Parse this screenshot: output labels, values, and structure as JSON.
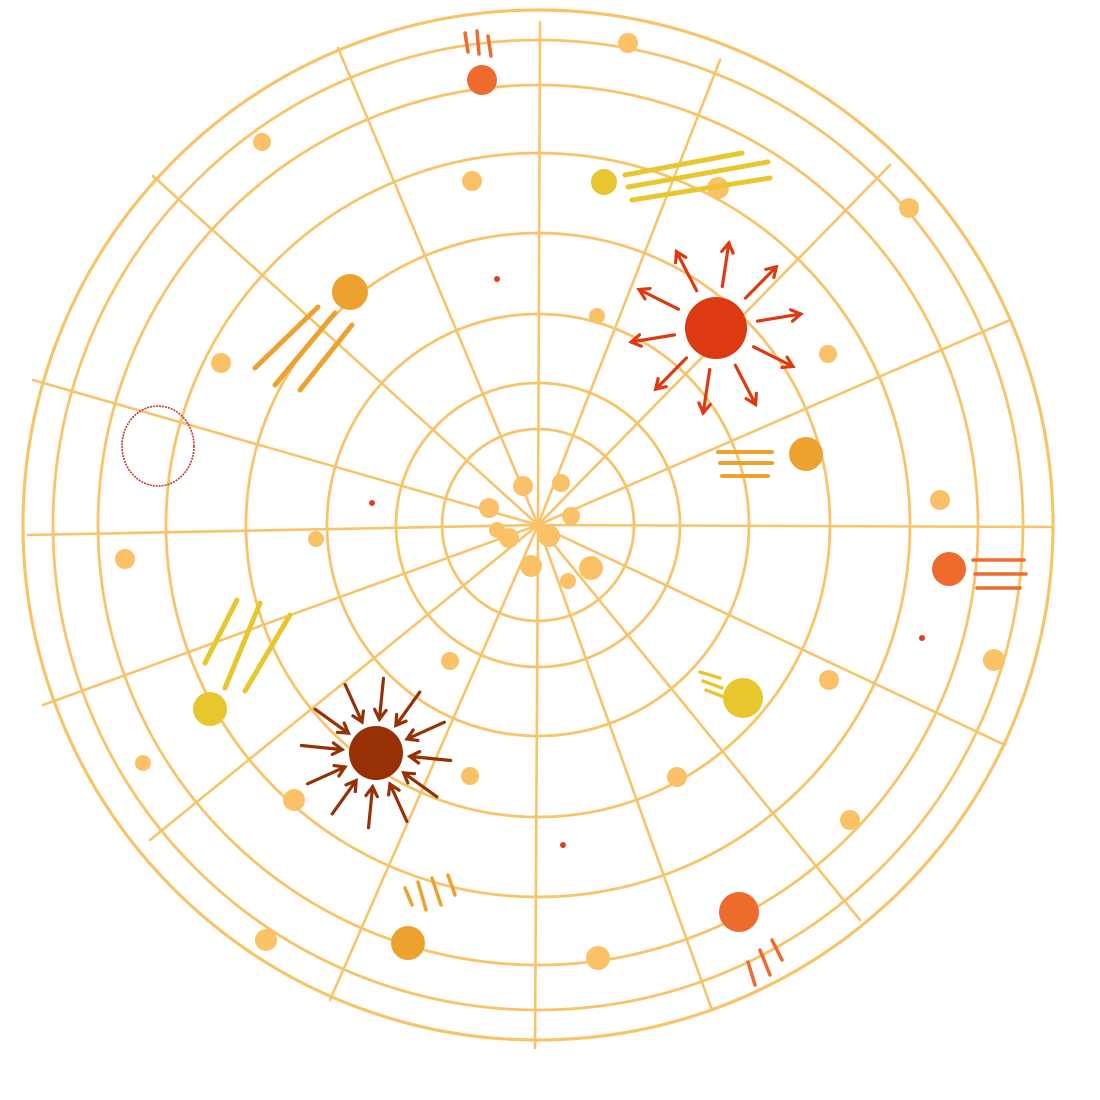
{
  "title": "",
  "palette": {
    "grid": "#f8c46a",
    "light_dot": "#fbc166",
    "amber": "#eda22f",
    "orange": "#ec6b2d",
    "yellow": "#e8c72e",
    "red": "#dd3a12",
    "brown": "#973105",
    "outline_red": "#c0392b",
    "tiny_red": "#e2401a"
  },
  "diagram": {
    "type": "polar-grid",
    "ring_count": 8,
    "spoke_count": 16,
    "outer_shape": "hand-drawn circle",
    "elements": [
      {
        "kind": "exploding-star",
        "color": "red",
        "arrows": "outward",
        "arrow_count": 10
      },
      {
        "kind": "imploding-star",
        "color": "brown",
        "arrows": "inward",
        "arrow_count": 12
      },
      {
        "kind": "comet",
        "color": "orange",
        "tail": "motion-lines"
      },
      {
        "kind": "comet",
        "color": "yellow",
        "tail": "motion-lines"
      },
      {
        "kind": "comet",
        "color": "amber",
        "tail": "motion-lines"
      },
      {
        "kind": "empty-circle",
        "color": "outline_red"
      },
      {
        "kind": "scattered-dots",
        "color": "light_dot"
      },
      {
        "kind": "central-cluster",
        "color": "light_dot"
      }
    ]
  }
}
